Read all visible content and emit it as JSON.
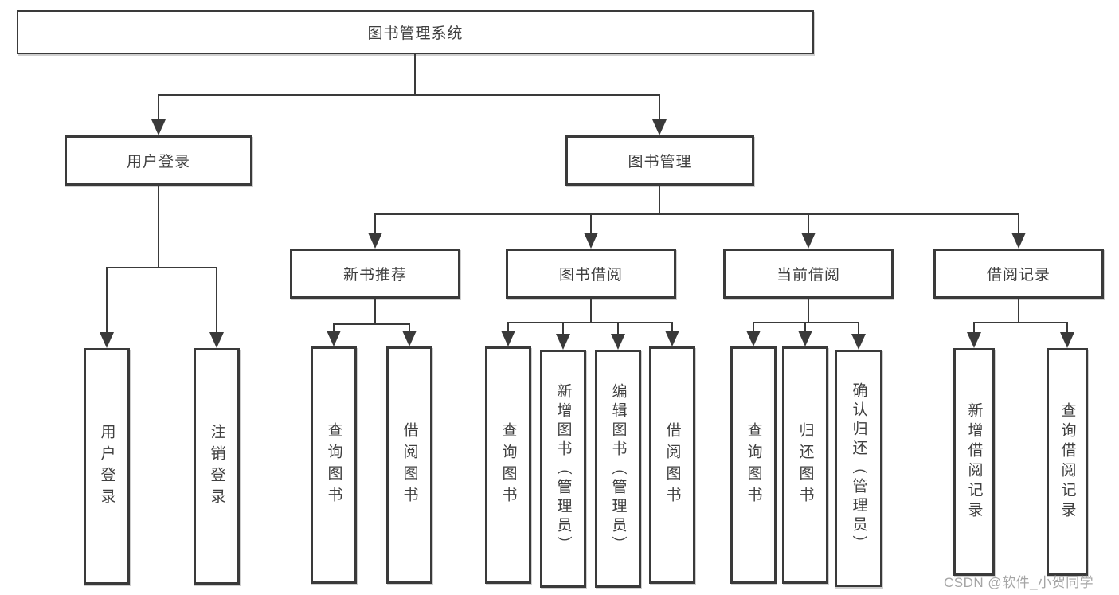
{
  "diagram_title": "图书管理系统",
  "nodes": {
    "root": "图书管理系统",
    "user_login": "用户登录",
    "book_mgmt": "图书管理",
    "new_book": "新书推荐",
    "book_borrow": "图书借阅",
    "current_borrow": "当前借阅",
    "borrow_record": "借阅记录",
    "leaf_login": "用户登录",
    "leaf_logout": "注销登录",
    "leaf_nb_query": "查询图书",
    "leaf_nb_borrow": "借阅图书",
    "leaf_bb_query": "查询图书",
    "leaf_bb_add": "新增图书（管理员）",
    "leaf_bb_edit": "编辑图书（管理员）",
    "leaf_bb_borrow": "借阅图书",
    "leaf_cb_query": "查询图书",
    "leaf_cb_return": "归还图书",
    "leaf_cb_confirm": "确认归还（管理员）",
    "leaf_br_add": "新增借阅记录",
    "leaf_br_query": "查询借阅记录"
  },
  "colors": {
    "line": "#3a3a3a",
    "text": "#3f3f3f",
    "watermark_text": "#a5a5a5",
    "background": "#ffffff"
  },
  "watermark": "CSDN @软件_小贺同学"
}
